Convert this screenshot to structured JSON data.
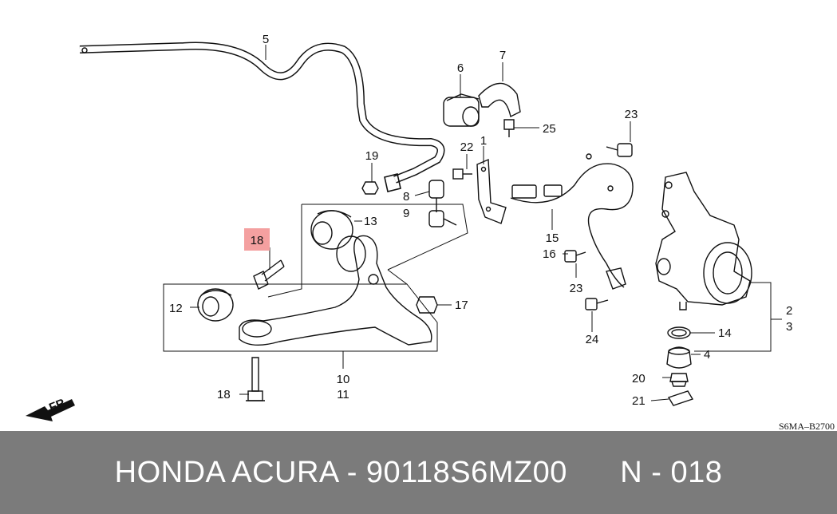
{
  "labels": {
    "p1": "1",
    "p2": "2",
    "p3": "3",
    "p4": "4",
    "p5": "5",
    "p6": "6",
    "p7": "7",
    "p8": "8",
    "p9": "9",
    "p10": "10",
    "p11": "11",
    "p12": "12",
    "p13": "13",
    "p14": "14",
    "p15": "15",
    "p16": "16",
    "p17": "17",
    "p18": "18",
    "p19": "19",
    "p20": "20",
    "p21": "21",
    "p22": "22",
    "p23a": "23",
    "p23b": "23",
    "p24": "24",
    "p25": "25",
    "highlight": "18",
    "fr": "FR.",
    "code": "S6MA–B2700"
  },
  "highlight_color": "#f4a0a0",
  "footer": {
    "title": "HONDA ACURA - 90118S6MZ00",
    "ref": "N - 018"
  }
}
